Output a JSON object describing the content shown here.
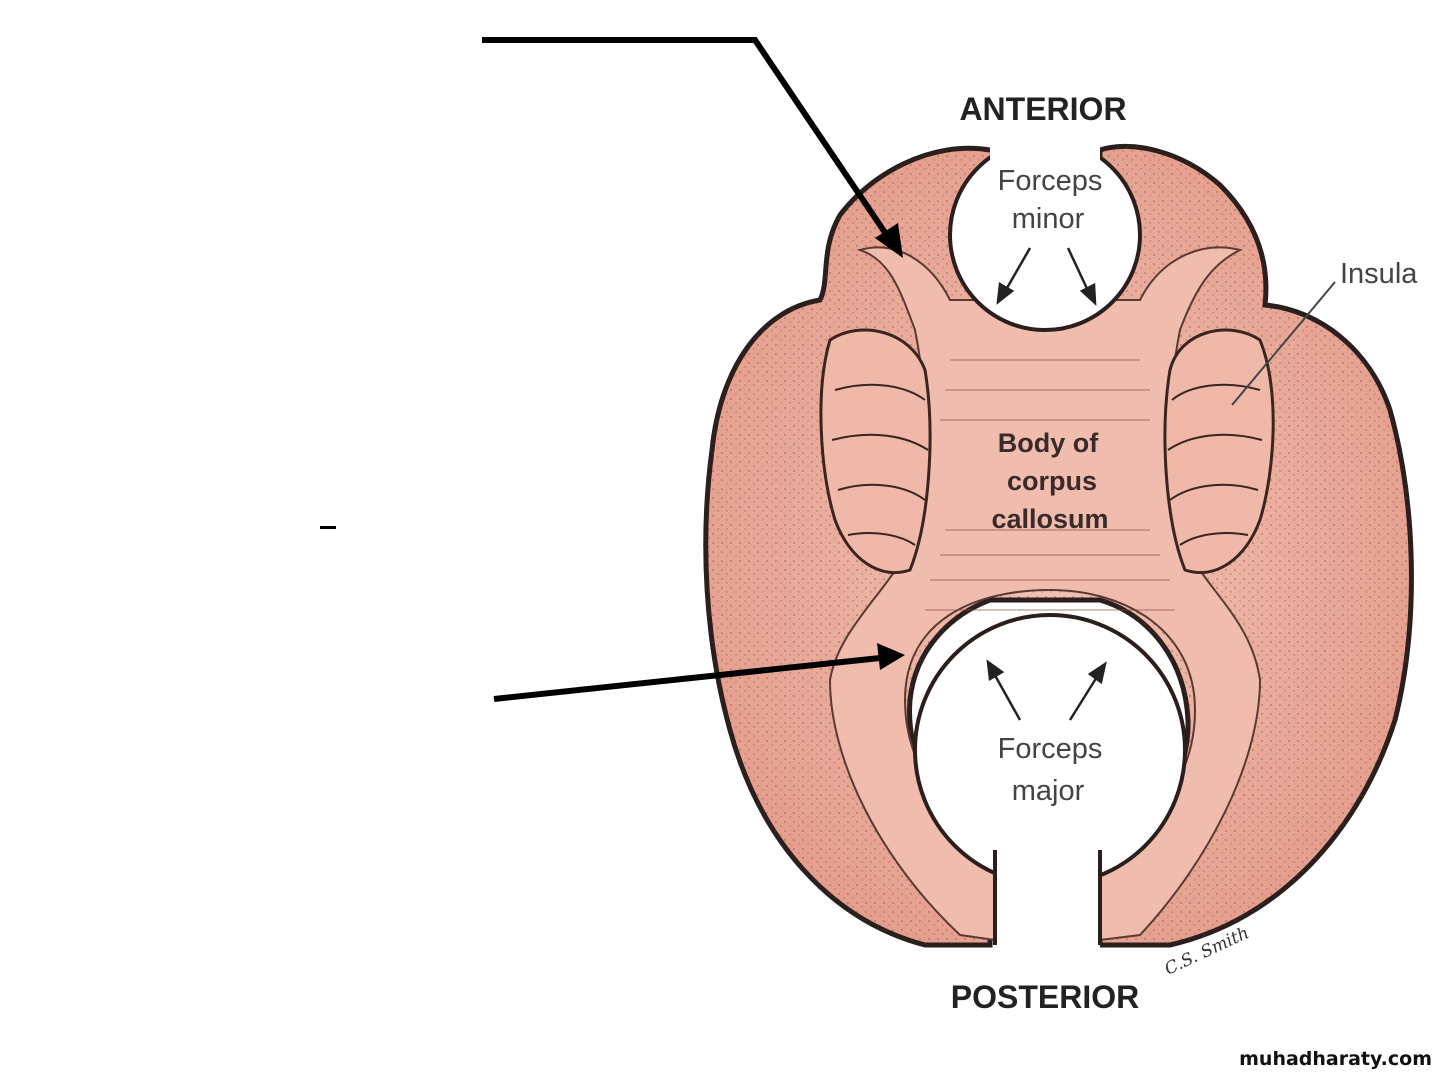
{
  "labels": {
    "anterior": "ANTERIOR",
    "posterior": "POSTERIOR",
    "forceps_minor": [
      "Forceps",
      "minor"
    ],
    "forceps_major": [
      "Forceps",
      "major"
    ],
    "insula": "Insula",
    "body": [
      "Body of",
      "corpus",
      "callosum"
    ],
    "signature": "C.S. Smith"
  },
  "watermark": "muhadharaty.com",
  "colors": {
    "cortex": "#e8a99a",
    "body": "#efbcae",
    "outline": "#2a1f1c",
    "pointer": "#000000"
  }
}
